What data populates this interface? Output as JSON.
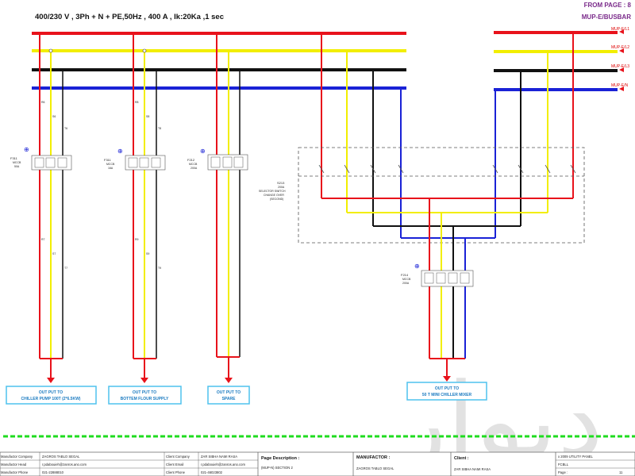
{
  "header": {
    "title": "400/230 V , 3Ph + N + PE,50Hz , 400 A ,  Ik:20Ka ,1 sec",
    "from_page": "FROM  PAGE : 8",
    "busbar": "MUP-E/BUSBAR"
  },
  "bus_labels": [
    "MUP-E/L1",
    "MUP-E/L2",
    "MUP-E/L3",
    "MUP-E/N"
  ],
  "colors": {
    "L1": "#e8121b",
    "L2": "#f2ee00",
    "L3": "#111111",
    "N": "#1a22d6",
    "green_dash": "#1fdc1f",
    "output_box": "#4fc2ee",
    "output_text": "#1a7ac0"
  },
  "feeders": [
    {
      "id": "F311",
      "rating": "MCCB",
      "amp": "50A",
      "wires": [
        "R6",
        "S6",
        "T6"
      ],
      "lower": [
        "R7",
        "S7",
        "T7"
      ],
      "output_title": "OUT PUT TO",
      "output": "CHILLER PUMP 100T (2*6.5KW)"
    },
    {
      "id": "F311",
      "rating": "MCCB",
      "amp": "16A",
      "wires": [
        "R8",
        "S8",
        "T8"
      ],
      "lower": [
        "R9",
        "S9",
        "T9"
      ],
      "output_title": "OUT PUT TO",
      "output": "BOTTEM FLOUR SUPPLY"
    },
    {
      "id": "F212",
      "rating": "MCCB",
      "amp": "200A",
      "wires": [],
      "lower": [],
      "output_title": "OUT PUT TO",
      "output": "SPARE"
    }
  ],
  "selector": {
    "id": "S213",
    "amp": "200A",
    "desc": [
      "SELECTOR SWITCH",
      "CHANGE OVER",
      "(SECOND)"
    ]
  },
  "chiller_mccb": {
    "id": "F214",
    "rating": "MCCB",
    "amp": "200A",
    "output_title": "OUT PUT TO",
    "output": "50 T MINI CHILLER MIXER"
  },
  "title_block": {
    "rows": [
      {
        "label": "Manufactor  Company",
        "value": "ZAGROS TABLO SEGAL"
      },
      {
        "label": "Manufactor  Head",
        "value": "r.pdabouieh@zanros.ano.com"
      },
      {
        "label": "Manufactor  Phone",
        "value": "021-22888010"
      }
    ],
    "client_rows": [
      {
        "label": "Client  Company",
        "value": "ZAR SIBHA NAMI RASA"
      },
      {
        "label": "Client  Email",
        "value": "r.pdabouieh@zanros.ano.com"
      },
      {
        "label": "Client  Phone",
        "value": "021-46023802"
      }
    ],
    "page_desc_label": "Page Description :",
    "page_desc_value": "(MUP-N) SECTION 2",
    "manufactor_label": "MANUFACTOR :",
    "manufactor_value": "ZAGROS TABLO SEGAL",
    "client_label": "Client :",
    "client_value": "ZAR SIBHA NAMI RASA",
    "right_rows": [
      "x  2009 UTILITY PANEL",
      "FCBLL"
    ],
    "page_label": "Page :",
    "page_value": "11"
  },
  "watermark": "دیوار"
}
